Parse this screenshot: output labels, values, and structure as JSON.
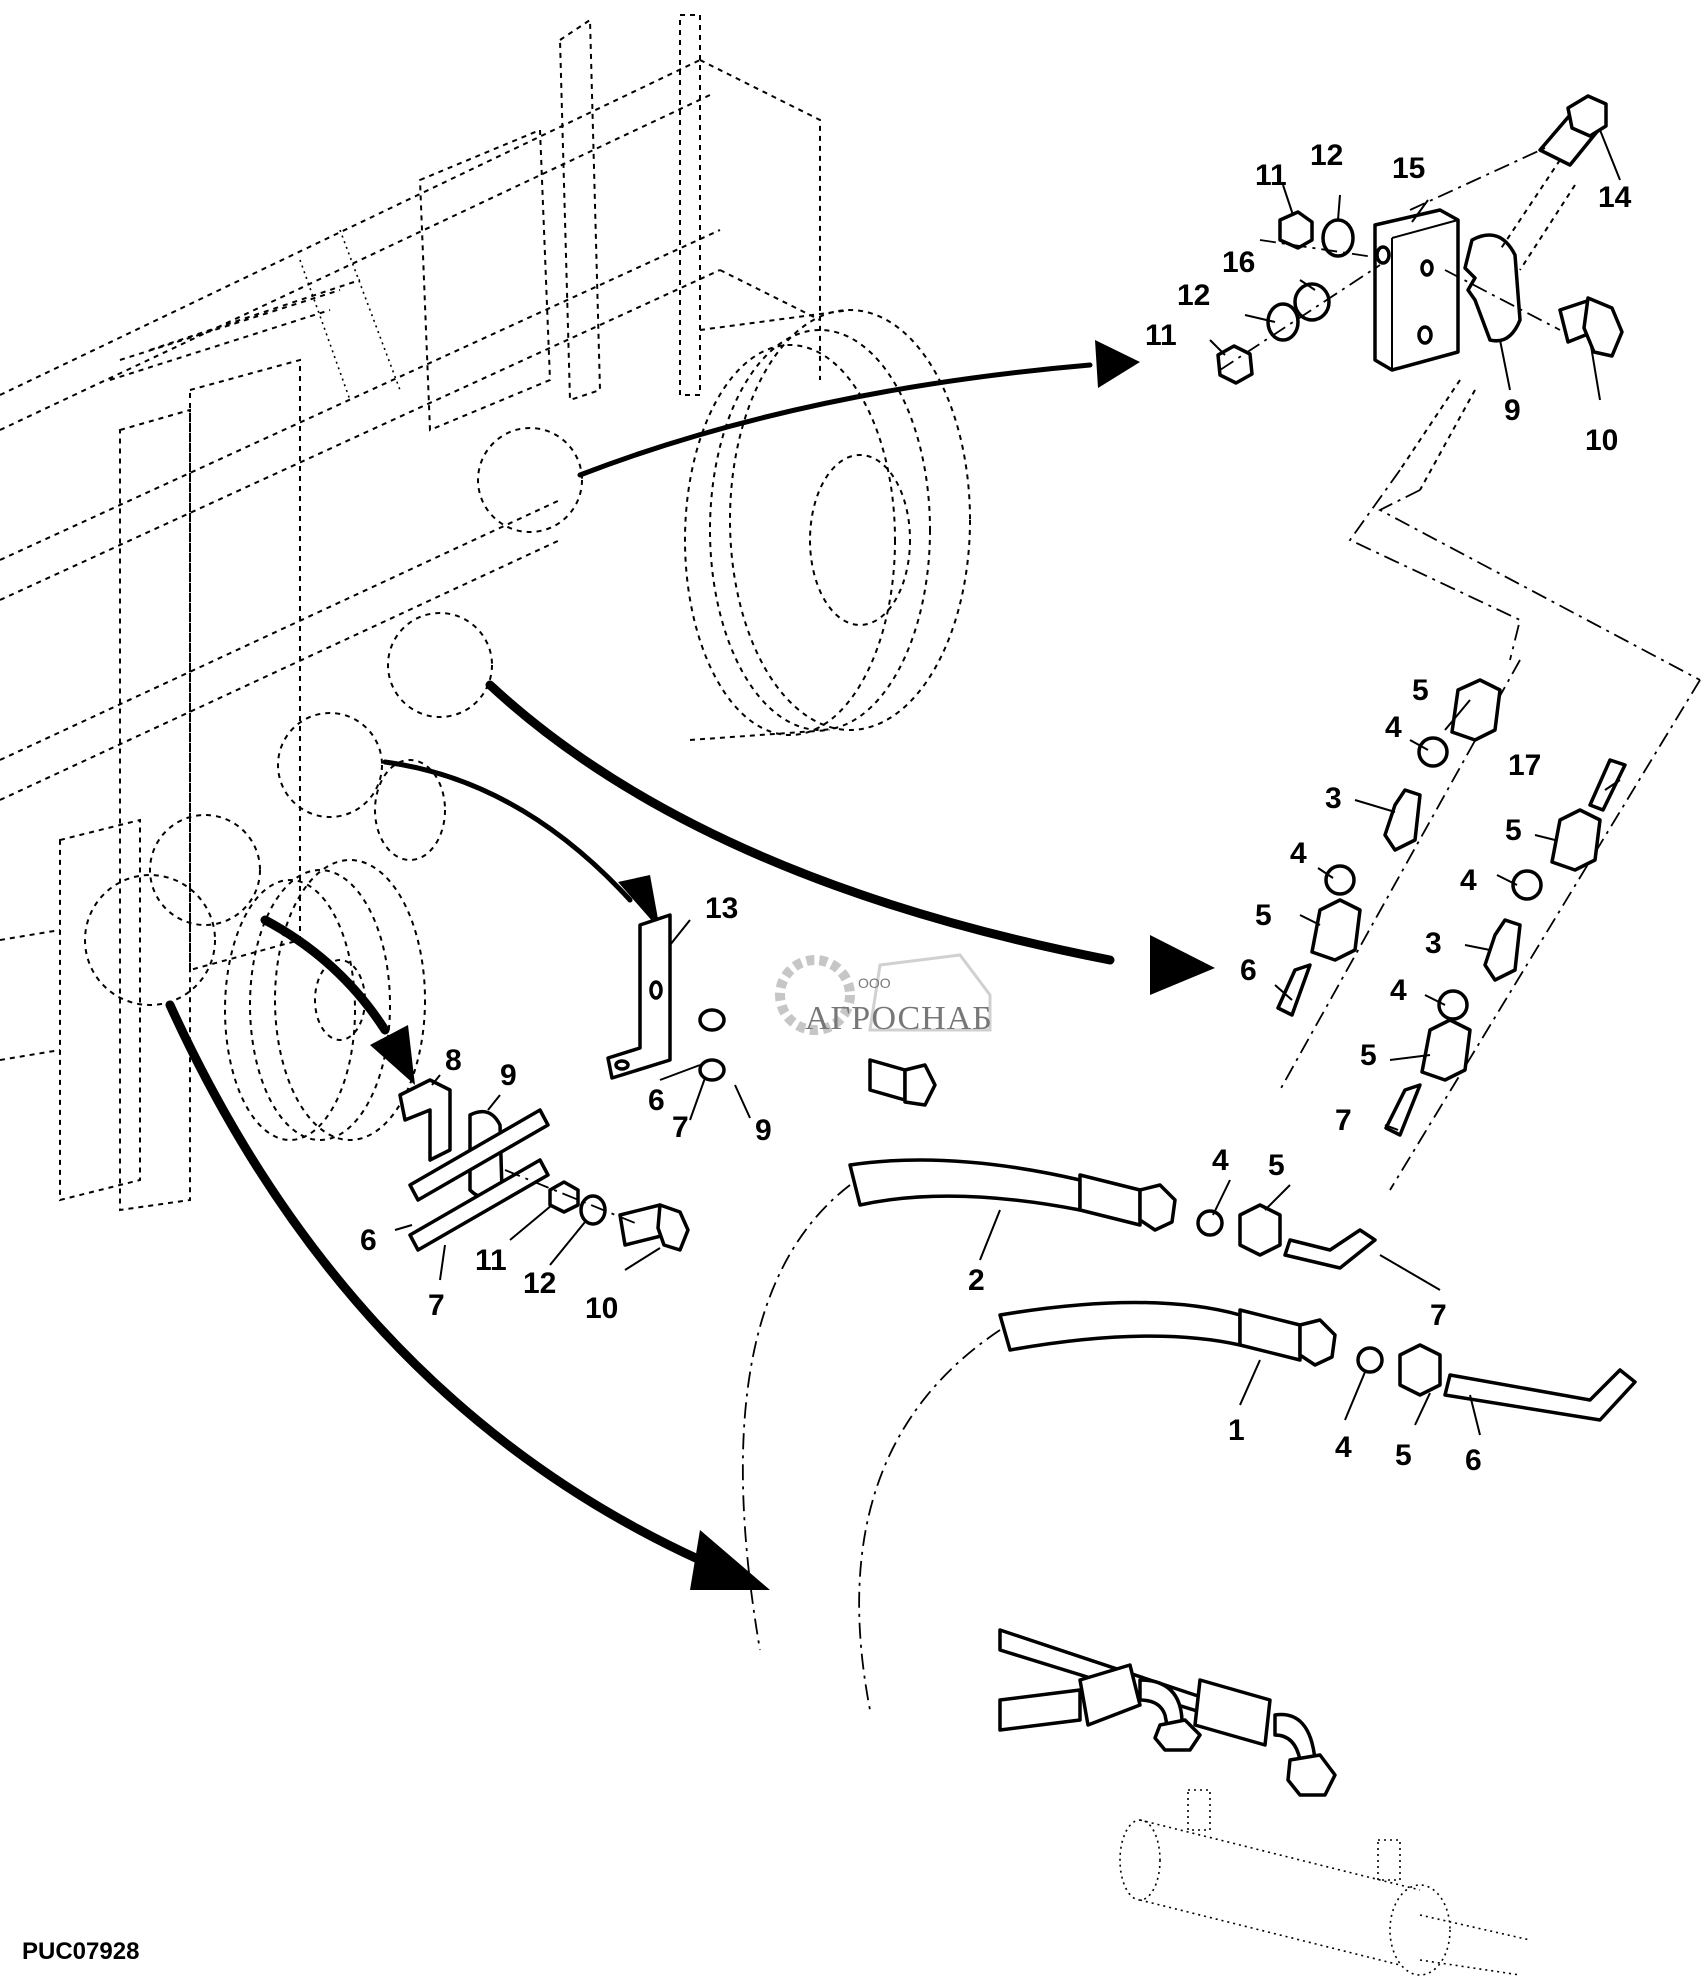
{
  "figure_id": "PUC07928",
  "watermark": {
    "prefix": "ООО",
    "brand": "АГРОСНАБ"
  },
  "callouts": {
    "topbracket": [
      {
        "id": "11a",
        "text": "11"
      },
      {
        "id": "12a",
        "text": "12"
      },
      {
        "id": "15",
        "text": "15"
      },
      {
        "id": "14",
        "text": "14"
      },
      {
        "id": "16",
        "text": "16"
      },
      {
        "id": "12b",
        "text": "12"
      },
      {
        "id": "11b",
        "text": "11"
      },
      {
        "id": "9",
        "text": "9"
      },
      {
        "id": "10",
        "text": "10"
      }
    ],
    "fittings_left": [
      {
        "id": "5a",
        "text": "5"
      },
      {
        "id": "4a",
        "text": "4"
      },
      {
        "id": "3a",
        "text": "3"
      },
      {
        "id": "4b",
        "text": "4"
      },
      {
        "id": "5b",
        "text": "5"
      },
      {
        "id": "6",
        "text": "6"
      }
    ],
    "fittings_right": [
      {
        "id": "17",
        "text": "17"
      },
      {
        "id": "5c",
        "text": "5"
      },
      {
        "id": "4c",
        "text": "4"
      },
      {
        "id": "3b",
        "text": "3"
      },
      {
        "id": "4d",
        "text": "4"
      },
      {
        "id": "5d",
        "text": "5"
      },
      {
        "id": "7",
        "text": "7"
      }
    ],
    "middle_bracket": [
      {
        "id": "13",
        "text": "13"
      },
      {
        "id": "6",
        "text": "6"
      },
      {
        "id": "7",
        "text": "7"
      },
      {
        "id": "9",
        "text": "9"
      }
    ],
    "clamp": [
      {
        "id": "8",
        "text": "8"
      },
      {
        "id": "9",
        "text": "9"
      },
      {
        "id": "6",
        "text": "6"
      },
      {
        "id": "7",
        "text": "7"
      },
      {
        "id": "11",
        "text": "11"
      },
      {
        "id": "12",
        "text": "12"
      },
      {
        "id": "10",
        "text": "10"
      }
    ],
    "hoses": [
      {
        "id": "4a",
        "text": "4"
      },
      {
        "id": "5a",
        "text": "5"
      },
      {
        "id": "2",
        "text": "2"
      },
      {
        "id": "7",
        "text": "7"
      },
      {
        "id": "1",
        "text": "1"
      },
      {
        "id": "4b",
        "text": "4"
      },
      {
        "id": "5b",
        "text": "5"
      },
      {
        "id": "6",
        "text": "6"
      }
    ]
  }
}
